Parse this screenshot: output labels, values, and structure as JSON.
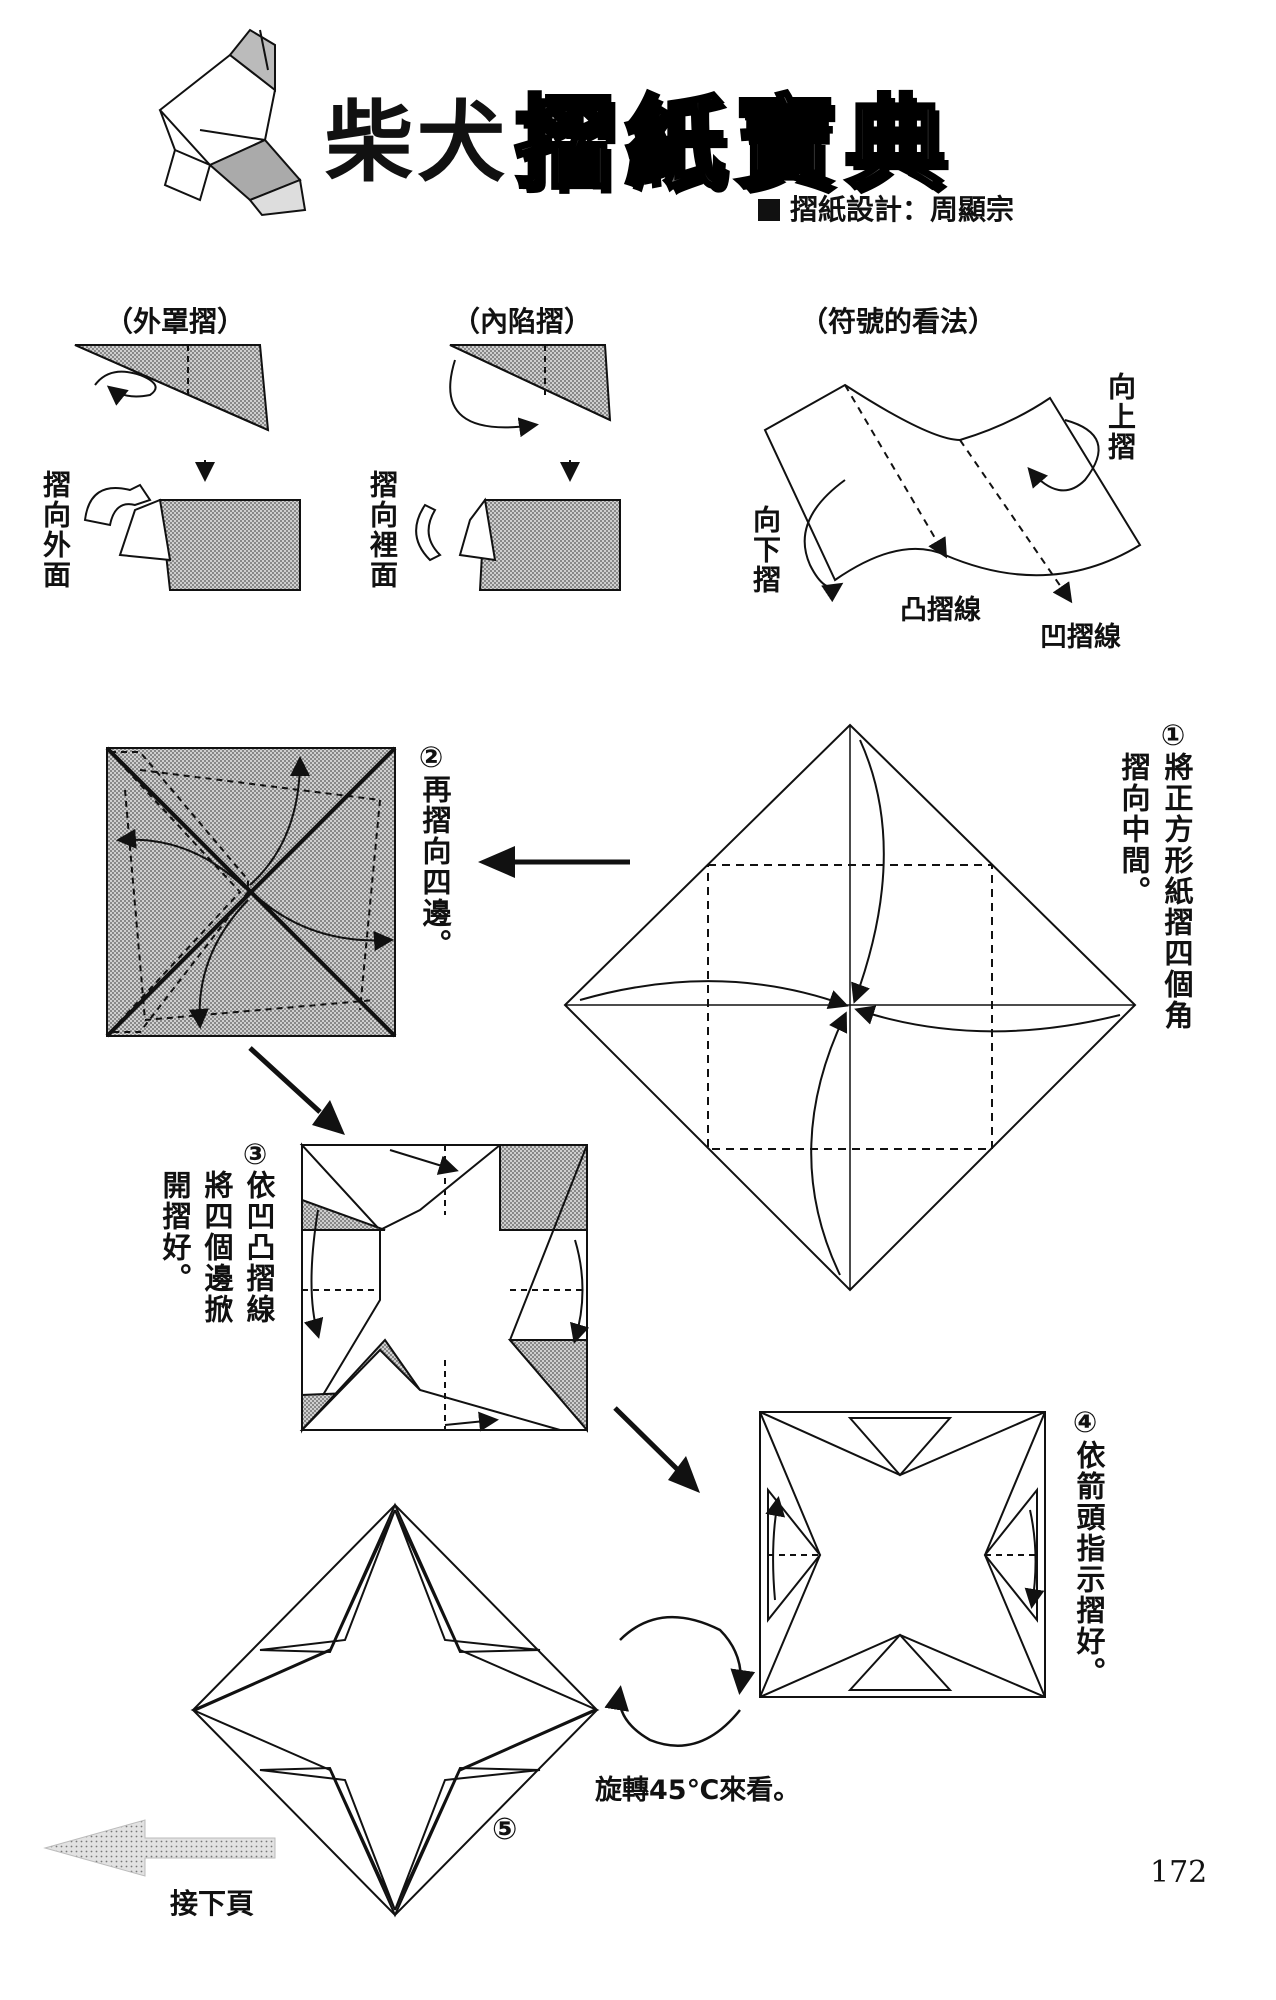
{
  "header": {
    "title_prefix": "柴犬",
    "title_main": "摺紙寶典",
    "designer": "摺紙設計：周顯宗"
  },
  "legend": {
    "outside_reverse": {
      "title": "（外罩摺）",
      "side_label": "摺向外面"
    },
    "inside_reverse": {
      "title": "（內陷摺）",
      "side_label": "摺向裡面"
    },
    "symbols": {
      "title": "（符號的看法）",
      "fold_up": "向上摺",
      "fold_down": "向下摺",
      "mountain_line": "凸摺線",
      "valley_line": "凹摺線"
    }
  },
  "steps": [
    {
      "number": "①",
      "text": "將正方形紙摺四個角",
      "text2": "摺向中間。"
    },
    {
      "number": "②",
      "text": "再摺向四邊。"
    },
    {
      "number": "③",
      "text": "依凹凸摺線",
      "text2": "將四個邊掀",
      "text3": "開摺好。"
    },
    {
      "number": "④",
      "text": "依箭頭指示摺好。"
    },
    {
      "number": "⑤"
    }
  ],
  "rotate_note": "旋轉45℃來看。",
  "next_page": "接下頁",
  "page_number": "172",
  "colors": {
    "ink": "#111111",
    "screen_tone": "#9a9a9a",
    "title_fill": "#6a6a6a"
  }
}
